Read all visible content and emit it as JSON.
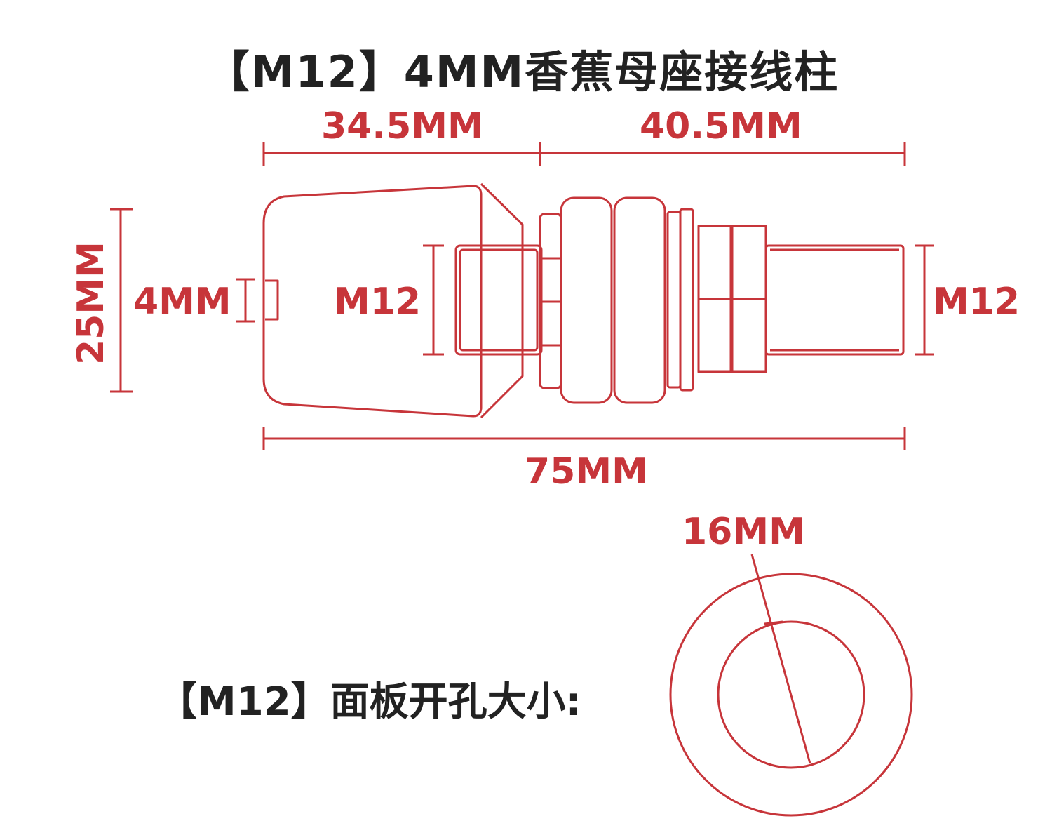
{
  "title": "【M12】4MM香蕉母座接线柱",
  "dimensions": {
    "left_length": "34.5MM",
    "right_length": "40.5MM",
    "total_length": "75MM",
    "height": "25MM",
    "hole": "4MM",
    "inner_thread": "M12",
    "outer_thread": "M12",
    "panel_hole": "16MM"
  },
  "panel_label": "【M12】面板开孔大小:",
  "colors": {
    "line": "#c7353a",
    "text_dim": "#c7353a",
    "text_main": "#222222"
  }
}
